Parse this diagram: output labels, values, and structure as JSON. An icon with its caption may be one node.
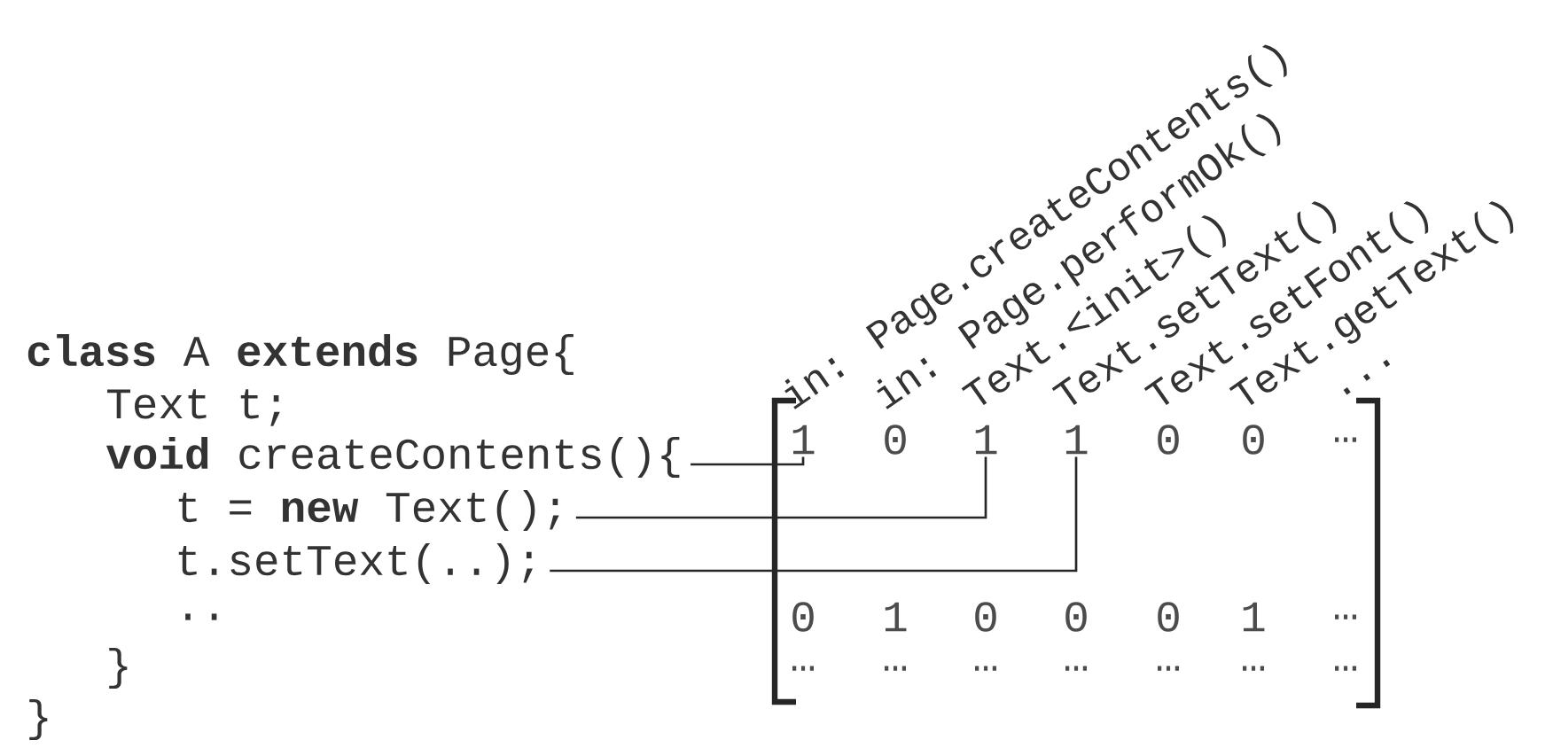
{
  "diagram": {
    "nodes": [
      {
        "text": [
          "**void** createContents(){"
        ]
      },
      {
        "text": [
          "t = **new** Text();"
        ]
      },
      {
        "text": [
          "t.setText(..);"
        ]
      },
      {
        "text": [
          "1"
        ]
      },
      {
        "text": [
          "1"
        ]
      },
      {
        "text": [
          "1"
        ]
      }
    ],
    "edges": [
      {
        "from": 0,
        "to": 3,
        "arrow": "none"
      },
      {
        "from": 1,
        "to": 4,
        "arrow": "none"
      },
      {
        "from": 2,
        "to": 5,
        "arrow": "none"
      }
    ],
    "labels": [
      "**class** A **extends** Page{",
      "Text t;",
      "..",
      "}",
      "}",
      "in: Page.createContents()",
      "in: Page.performOk()",
      "Text.<init>()",
      "Text.setText()",
      "Text.setFont()",
      "Text.getText()",
      "...",
      "0",
      "0",
      "0",
      "…",
      "0",
      "1",
      "0",
      "0",
      "0",
      "1",
      "…",
      "…",
      "…",
      "…",
      "…",
      "…",
      "…",
      "…"
    ]
  }
}
